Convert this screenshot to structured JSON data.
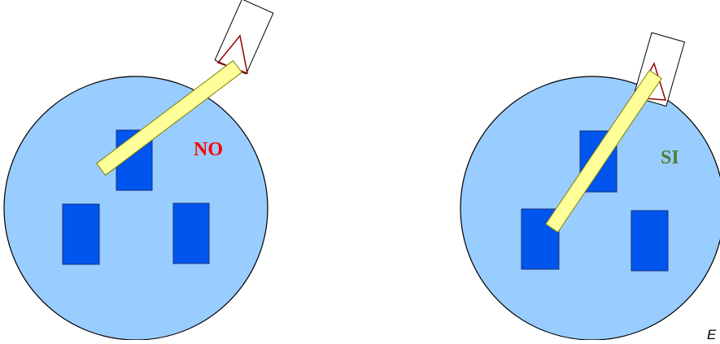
{
  "colors": {
    "disc_fill": "#99ccff",
    "disc_stroke": "#000000",
    "slot_fill": "#0055ee",
    "slot_stroke": "#1a2f7a",
    "probe_fill": "#ffff99",
    "probe_stroke": "#808000",
    "card_fill": "#ffffff",
    "card_stroke": "#000000",
    "arrow_stroke": "#990000"
  },
  "panels": [
    {
      "label": "NO",
      "label_color": "#ff0000"
    },
    {
      "label": "SI",
      "label_color": "#4f7f2f"
    }
  ],
  "caption": "E"
}
